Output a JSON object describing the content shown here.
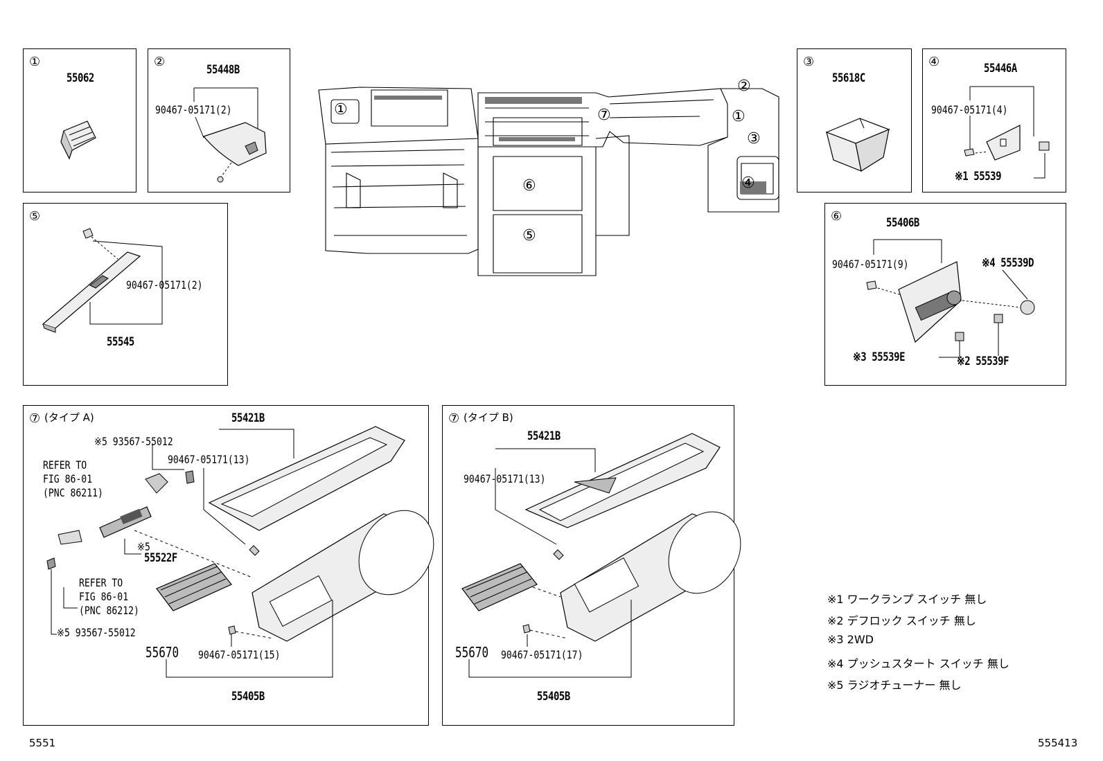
{
  "panels": {
    "p1": {
      "num": "①",
      "part": "55062"
    },
    "p2": {
      "num": "②",
      "part": "55448B",
      "fastener": "90467-05171(2)"
    },
    "p3": {
      "num": "③",
      "part": "55618C"
    },
    "p4": {
      "num": "④",
      "part": "55446A",
      "fastener": "90467-05171(4)",
      "sub": "※1 55539"
    },
    "p5": {
      "num": "⑤",
      "part": "55545",
      "fastener": "90467-05171(2)"
    },
    "p6": {
      "num": "⑥",
      "part": "55406B",
      "fastener": "90467-05171(9)",
      "s4": "※4 55539D",
      "s3": "※3 55539E",
      "s2": "※2 55539F"
    },
    "p7a": {
      "num": "⑦",
      "type": "(タイプ A)",
      "cover": "55421B",
      "screw_top": "※5 93567-55012",
      "clip_top": "90467-05171(13)",
      "ref1": [
        "REFER TO",
        "FIG 86-01",
        "(PNC 86211)"
      ],
      "switch_mark": "※5",
      "switch": "55522F",
      "ref2": [
        "REFER TO",
        "FIG 86-01",
        "(PNC 86212)"
      ],
      "screw_bottom": "※5 93567-55012",
      "vent": "55670",
      "clip_bottom": "90467-05171(15)",
      "panel": "55405B"
    },
    "p7b": {
      "num": "⑦",
      "type": "(タイプ B)",
      "cover": "55421B",
      "clip_top": "90467-05171(13)",
      "vent": "55670",
      "clip_bottom": "90467-05171(17)",
      "panel": "55405B"
    }
  },
  "overview_callouts": [
    "①",
    "②",
    "①",
    "③",
    "④",
    "⑥",
    "⑤",
    "⑦"
  ],
  "notes": [
    "※1 ワークランプ スイッチ 無し",
    "※2 デフロック スイッチ 無し",
    "※3 2WD",
    "※4 プッシュスタート スイッチ 無し",
    "※5 ラジオチューナー 無し"
  ],
  "footer": {
    "left": "5551",
    "right": "555413"
  }
}
